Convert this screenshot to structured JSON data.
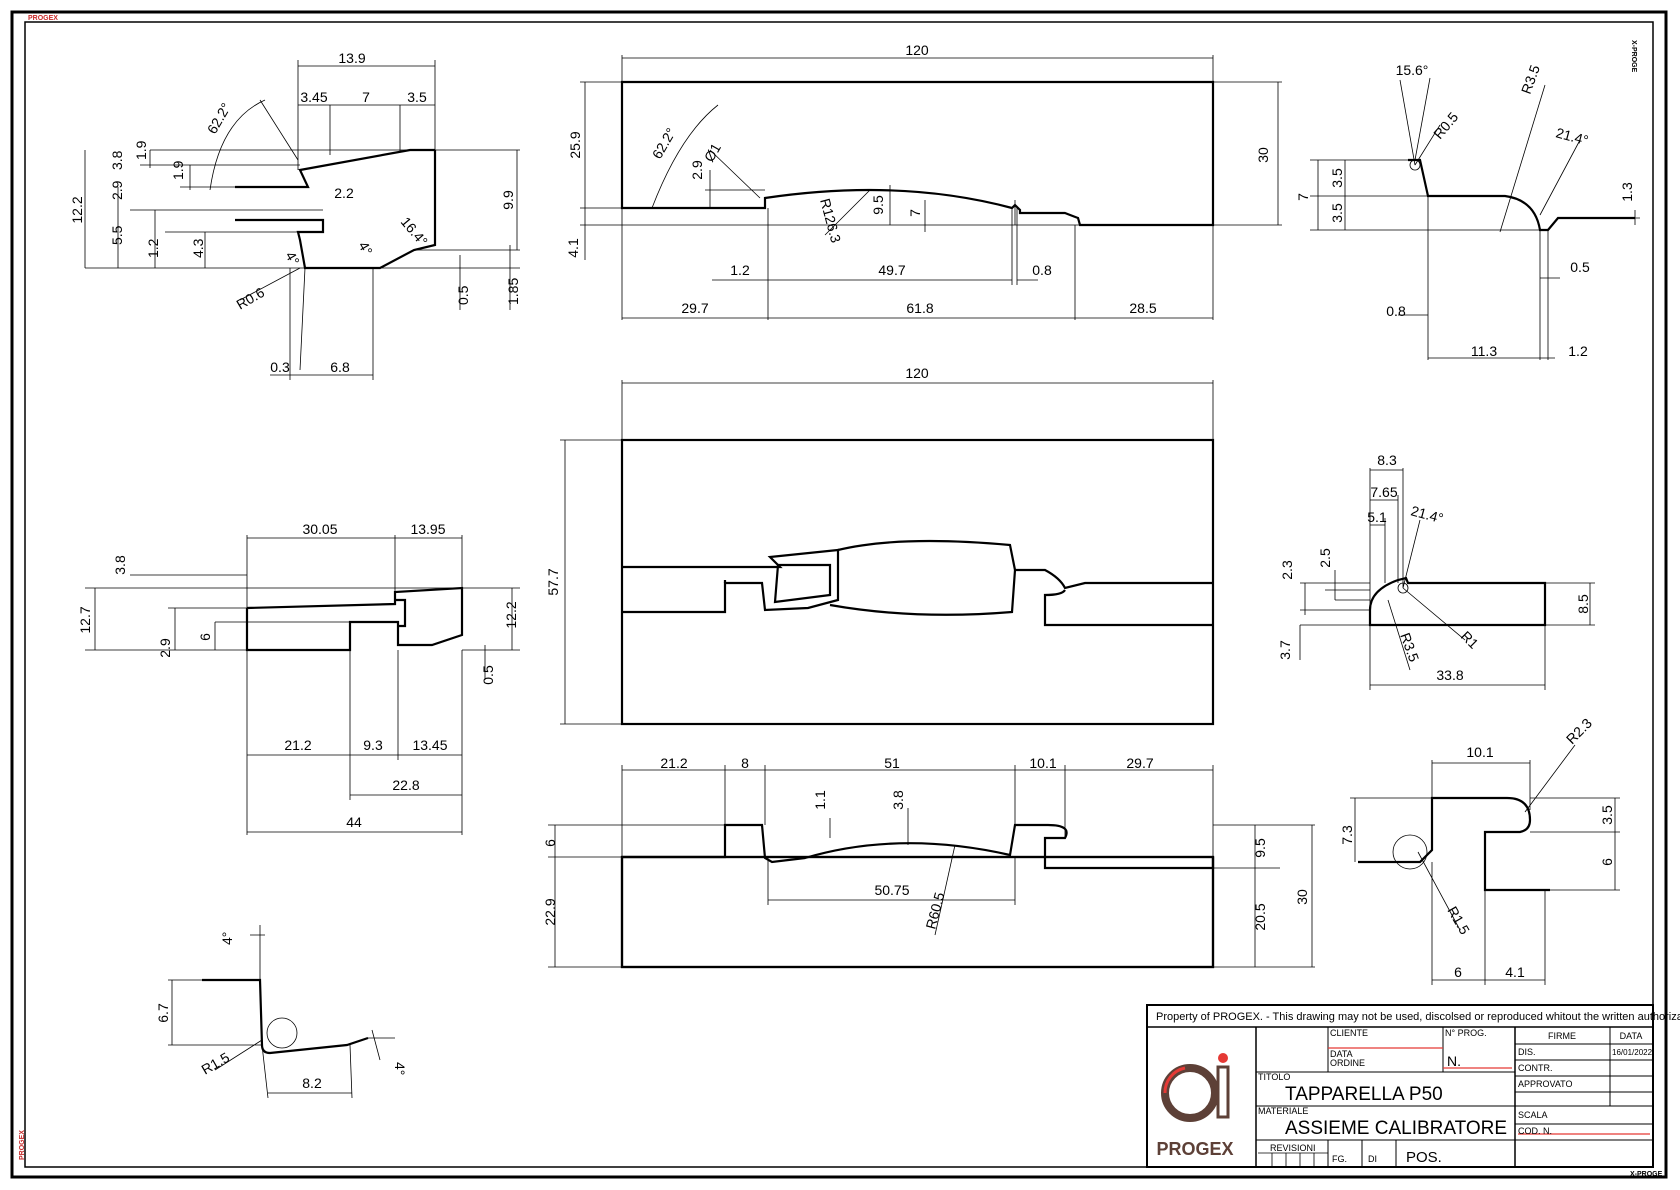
{
  "corner_marks": {
    "top_left": "PROGEX",
    "top_right": "X-PROGE",
    "bottom_left": "PROGEX",
    "bottom_right": "X-PROGE"
  },
  "views": {
    "top_left": {
      "labels": [
        "13.9",
        "3.45",
        "7",
        "3.5",
        "62.2°",
        "1.9",
        "3.8",
        "1.9",
        "12.2",
        "2.9",
        "2.2",
        "9.9",
        "5.5",
        "1.2",
        "4.3",
        "16.4°",
        "4°",
        "4°",
        "R0.6",
        "0.5",
        "1.85",
        "0.3",
        "6.8"
      ]
    },
    "top_center": {
      "labels": [
        "120",
        "25.9",
        "62.2°",
        "Ø1",
        "2.9",
        "9.5",
        "R126.3",
        "7",
        "30",
        "4.1",
        "1.2",
        "49.7",
        "0.8",
        "29.7",
        "61.8",
        "28.5"
      ]
    },
    "top_right": {
      "labels": [
        "15.6°",
        "R3.5",
        "R0.5",
        "21.4°",
        "7",
        "3.5",
        "3.5",
        "1.3",
        "0.5",
        "0.8",
        "11.3",
        "1.2"
      ]
    },
    "mid_left": {
      "labels": [
        "30.05",
        "13.95",
        "3.8",
        "12.7",
        "12.2",
        "2.9",
        "6",
        "0.5",
        "21.2",
        "9.3",
        "13.45",
        "22.8",
        "44"
      ]
    },
    "mid_center": {
      "labels": [
        "120",
        "57.7"
      ]
    },
    "mid_right": {
      "labels": [
        "8.3",
        "7.65",
        "21.4°",
        "5.1",
        "2.5",
        "2.3",
        "8.5",
        "3.7",
        "R3.5",
        "R1",
        "33.8"
      ]
    },
    "bottom_center": {
      "labels": [
        "21.2",
        "8",
        "51",
        "10.1",
        "29.7",
        "1.1",
        "3.8",
        "6",
        "9.5",
        "30",
        "50.75",
        "22.9",
        "R60.5",
        "20.5"
      ]
    },
    "bottom_right": {
      "labels": [
        "10.1",
        "R2.3",
        "3.5",
        "7.3",
        "6",
        "R1.5",
        "6",
        "4.1"
      ]
    },
    "bottom_left": {
      "labels": [
        "4°",
        "6.7",
        "R1.5",
        "8.2",
        "4°"
      ]
    }
  },
  "title_block": {
    "notice": "Property of PROGEX. - This drawing may not be used, discolsed or reproduced whitout the written authorization.",
    "logo_text": "PROGEX",
    "cliente_label": "CLIENTE",
    "nprog_label": "N° PROG.",
    "data_label": "DATA",
    "ordine_label": "ORDINE",
    "n_value": "N.",
    "titolo_label": "TITOLO",
    "titolo_value": "TAPPARELLA P50",
    "materiale_label": "MATERIALE",
    "materiale_value": "ASSIEME CALIBRATORE",
    "revisioni_label": "REVISIONI",
    "fg_label": "FG.",
    "di_label": "DI",
    "pos_label": "POS.",
    "firme_label": "FIRME",
    "data_col_label": "DATA",
    "dis_label": "DIS.",
    "dis_date": "16/01/2022",
    "contr_label": "CONTR.",
    "approvato_label": "APPROVATO",
    "scala_label": "SCALA",
    "codn_label": "COD. N.",
    "colors": {
      "accent": "#e53935",
      "line": "#000000"
    }
  }
}
